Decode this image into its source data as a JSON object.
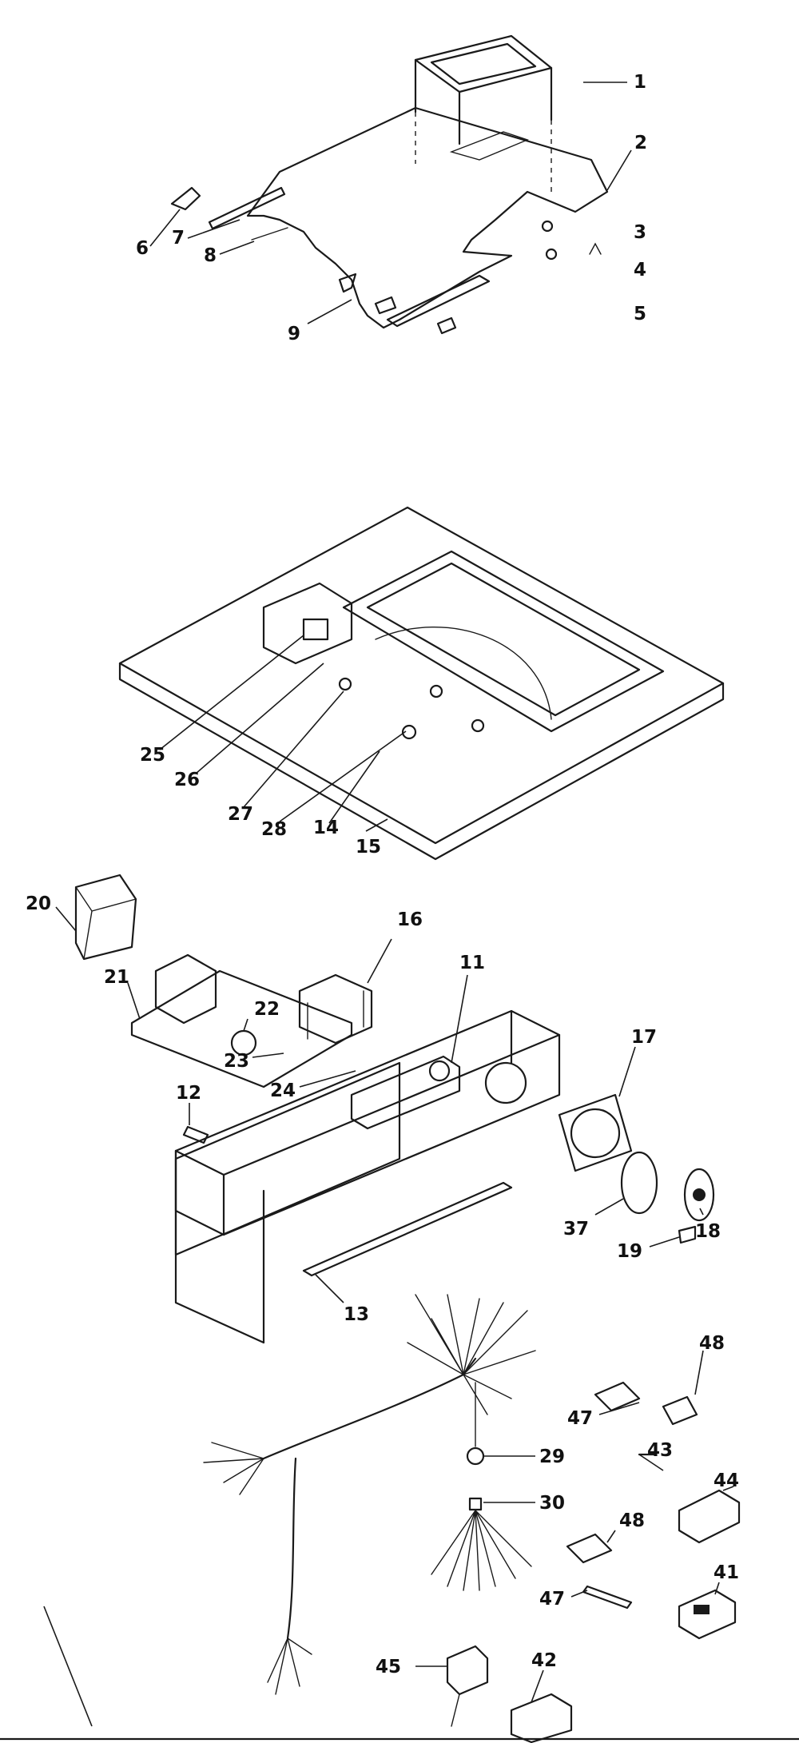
{
  "diagram": {
    "callouts": [
      "1",
      "2",
      "3",
      "4",
      "5",
      "6",
      "7",
      "8",
      "9",
      "25",
      "26",
      "27",
      "28",
      "14",
      "15",
      "20",
      "22",
      "16",
      "21",
      "11",
      "23",
      "24",
      "12",
      "17",
      "37",
      "18",
      "19",
      "13",
      "48",
      "47",
      "29",
      "43",
      "44",
      "30",
      "48",
      "41",
      "47",
      "45",
      "42"
    ]
  }
}
